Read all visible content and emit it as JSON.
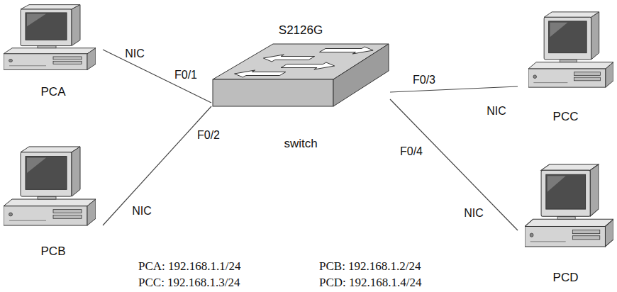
{
  "diagram": {
    "nodes": [
      {
        "text": [
          "PCA"
        ]
      },
      {
        "text": [
          "S2126G",
          "switch"
        ]
      },
      {
        "text": [
          "PCC"
        ]
      },
      {
        "text": [
          "PCB"
        ]
      },
      {
        "text": [
          "PCD"
        ]
      }
    ],
    "edges": [
      {
        "from": 0,
        "to": 1,
        "arrow": "none",
        "label": "F0/1"
      },
      {
        "from": 3,
        "to": 1,
        "arrow": "none",
        "label": "F0/2"
      },
      {
        "from": 1,
        "to": 2,
        "arrow": "none",
        "label": "F0/3"
      },
      {
        "from": 1,
        "to": 4,
        "arrow": "none",
        "label": "F0/4"
      }
    ],
    "labels": [
      "NIC",
      "NIC",
      "NIC",
      "NIC",
      "PCA: 192.168.1.1/24",
      "PCB: 192.168.1.2/24",
      "PCC: 192.168.1.3/24",
      "PCD: 192.168.1.4/24"
    ]
  }
}
